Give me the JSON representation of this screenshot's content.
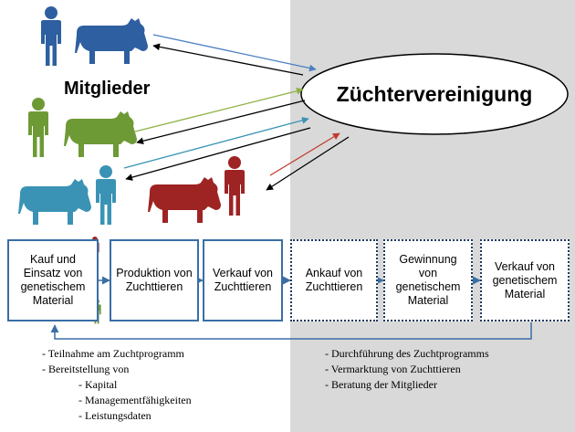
{
  "members_label": "Mitglieder",
  "association_label": "Züchtervereinigung",
  "process_steps": [
    {
      "label": "Kauf und Einsatz von genetischem Material",
      "style": "solid"
    },
    {
      "label": "Produktion von Zuchttieren",
      "style": "solid"
    },
    {
      "label": "Verkauf von Zuchttieren",
      "style": "solid"
    },
    {
      "label": "Ankauf von Zuchttieren",
      "style": "dotted"
    },
    {
      "label": "Gewinnung von genetischem Material",
      "style": "dotted"
    },
    {
      "label": "Verkauf von genetischem Material",
      "style": "dotted"
    }
  ],
  "member_tasks": {
    "items": [
      "- Teilnahme am Zuchtprogramm",
      "- Bereitstellung von"
    ],
    "sub_items": [
      "- Kapital",
      "- Managementfähigkeiten",
      "- Leistungsdaten"
    ]
  },
  "association_tasks": {
    "items": [
      "- Durchführung des Zuchtprogramms",
      "- Vermarktung von Zuchttieren",
      "- Beratung der Mitglieder"
    ]
  },
  "colors": {
    "blue": "#2e5fa0",
    "green": "#6e9a36",
    "teal": "#3a93b5",
    "red": "#9e2323",
    "grey_panel": "#d9d9d9",
    "box_border": "#3a6ea5"
  },
  "icons": [
    "person-icon",
    "cow-icon"
  ]
}
